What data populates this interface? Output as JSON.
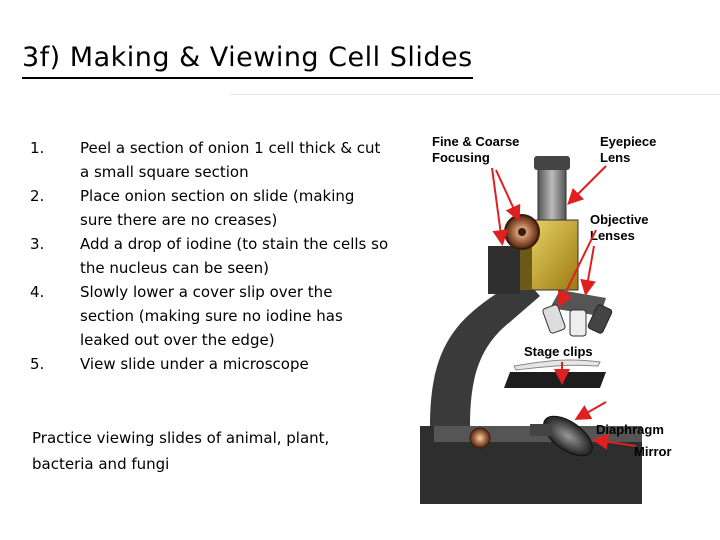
{
  "slide": {
    "title": "3f) Making & Viewing Cell Slides"
  },
  "steps": [
    {
      "num": "1.",
      "text": "Peel a section of onion 1 cell thick & cut a small square section"
    },
    {
      "num": "2.",
      "text": "Place onion section on slide (making sure there are no creases)"
    },
    {
      "num": "3.",
      "text": "Add a drop of iodine (to stain the cells so the nucleus can be seen)"
    },
    {
      "num": "4.",
      "text": "Slowly lower a cover slip over the section (making sure no iodine has leaked out over the edge)"
    },
    {
      "num": "5.",
      "text": "View slide under a microscope"
    }
  ],
  "practice": "Practice viewing slides of animal, plant, bacteria and fungi",
  "diagram": {
    "labels": {
      "focus_line1": "Fine & Coarse",
      "focus_line2": "Focusing",
      "eyepiece_line1": "Eyepiece",
      "eyepiece_line2": "Lens",
      "objective_line1": "Objective",
      "objective_line2": "Lenses",
      "stage_clips": "Stage clips",
      "diaphragm": "Diaphragm",
      "mirror": "Mirror"
    },
    "colors": {
      "body": "#333333",
      "arrow": "#e02020",
      "knob": "#8b4a2b",
      "slide_highlight": "#c9a227"
    }
  }
}
